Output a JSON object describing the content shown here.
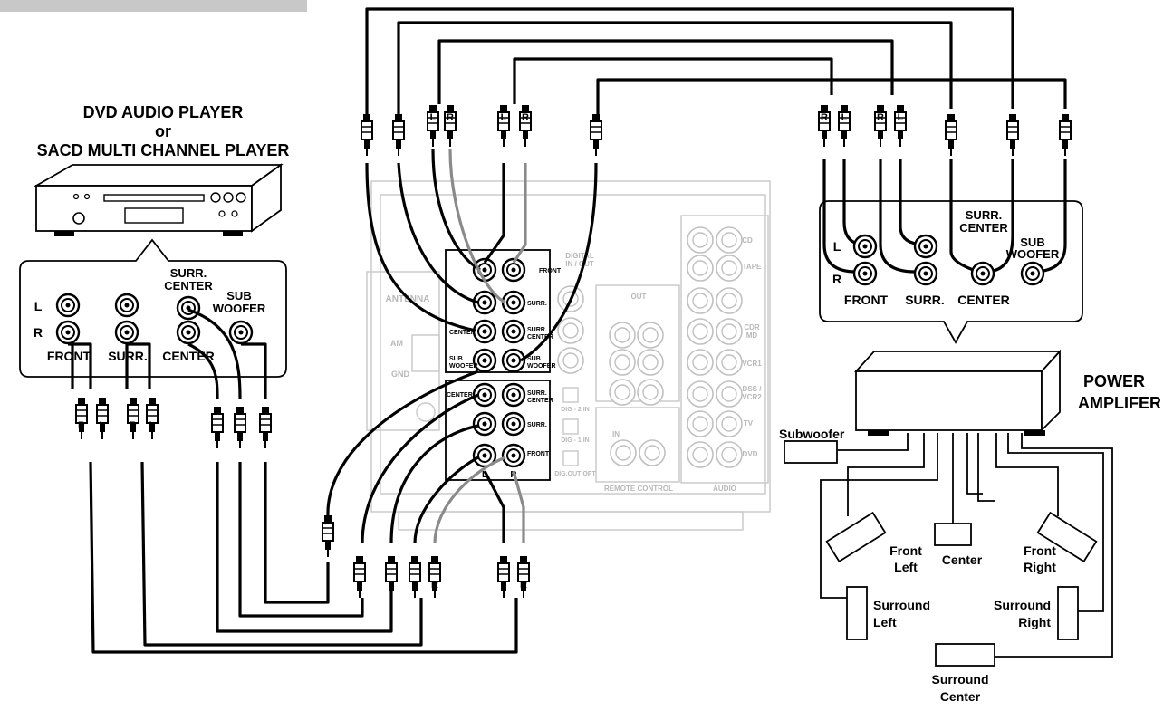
{
  "dvd_player": {
    "title_line1": "DVD AUDIO PLAYER",
    "title_line2": "or",
    "title_line3": "SACD MULTI CHANNEL PLAYER",
    "label_l": "L",
    "label_r": "R",
    "label_front": "FRONT",
    "label_surr": "SURR.",
    "label_surr_center_1": "SURR.",
    "label_surr_center_2": "CENTER",
    "label_center": "CENTER",
    "label_sub_1": "SUB",
    "label_sub_2": "WOOFER"
  },
  "receiver": {
    "antenna": "ANTENNA",
    "am": "AM",
    "gnd": "GND",
    "front": "FRONT",
    "surr": "SURR.",
    "center": "CENTER",
    "surr_center_1": "SURR.",
    "surr_center_2": "CENTER",
    "sub_1": "SUB",
    "sub_2": "WOOFER",
    "digital_1": "DIGITAL",
    "digital_2": "IN / OUT",
    "out": "OUT",
    "in": "IN",
    "remote_control": "REMOTE CONTROL",
    "audio": "AUDIO",
    "cd": "CD",
    "tape": "TAPE",
    "cdr_1": "CDR",
    "cdr_2": "MD",
    "vcr1": "VCR1",
    "dss_1": "DSS /",
    "dss_2": "VCR2",
    "tv": "TV",
    "dvd": "DVD",
    "dig2": "DIG - 2  IN",
    "dig1": "DIG - 1  IN",
    "digout": "DIG.OUT OPT",
    "bottom_l": "L",
    "bottom_r": "R"
  },
  "amp_panel": {
    "label_l": "L",
    "label_r": "R",
    "label_front": "FRONT",
    "label_surr": "SURR.",
    "label_surr_center_1": "SURR.",
    "label_surr_center_2": "CENTER",
    "label_center": "CENTER",
    "label_sub_1": "SUB",
    "label_sub_2": "WOOFER"
  },
  "power_amp": {
    "title_line1": "POWER",
    "title_line2": "AMPLIFER"
  },
  "speakers": {
    "subwoofer": "Subwoofer",
    "front_left_1": "Front",
    "front_left_2": "Left",
    "center": "Center",
    "front_right_1": "Front",
    "front_right_2": "Right",
    "surround_left_1": "Surround",
    "surround_left_2": "Left",
    "surround_right_1": "Surround",
    "surround_right_2": "Right",
    "surround_center_1": "Surround",
    "surround_center_2": "Center"
  },
  "plug_letters": {
    "l": "L",
    "r": "R"
  }
}
